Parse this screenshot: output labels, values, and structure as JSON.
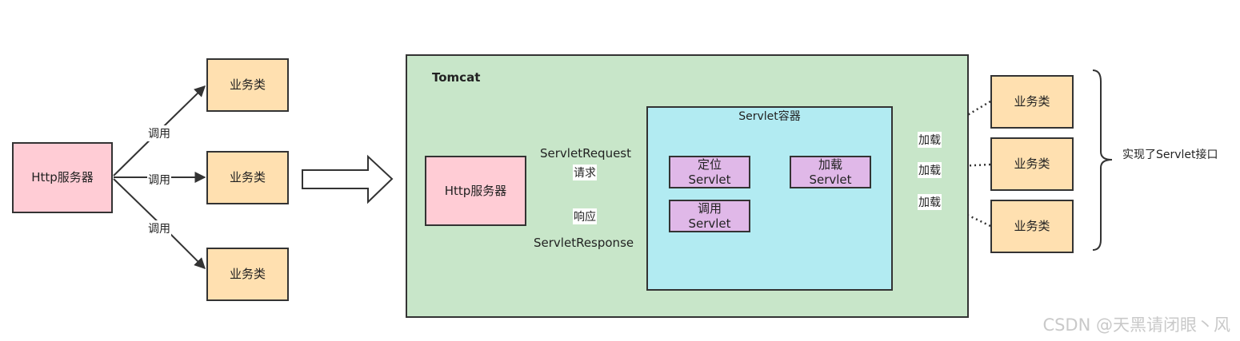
{
  "colors": {
    "http_server_fill": "#ffccd5",
    "business_class_fill": "#ffe0b0",
    "tomcat_fill": "#c8e6c9",
    "servlet_container_fill": "#b2ebf2",
    "servlet_step_fill": "#e0b8e8",
    "stroke": "#333333"
  },
  "left": {
    "http_server": "Http服务器",
    "business_classes": [
      "业务类",
      "业务类",
      "业务类"
    ],
    "call_labels": [
      "调用",
      "调用",
      "调用"
    ]
  },
  "tomcat": {
    "title": "Tomcat",
    "http_server": "Http服务器",
    "request_type": "ServletRequest",
    "request_label": "请求",
    "response_label": "响应",
    "response_type": "ServletResponse",
    "container": {
      "title": "Servlet容器",
      "locate": [
        "定位",
        "Servlet"
      ],
      "load": [
        "加载",
        "Servlet"
      ],
      "invoke": [
        "调用",
        "Servlet"
      ]
    }
  },
  "right": {
    "business_classes": [
      "业务类",
      "业务类",
      "业务类"
    ],
    "load_labels": [
      "加载",
      "加载",
      "加载"
    ],
    "brace_label": "实现了Servlet接口"
  },
  "watermark": "CSDN @天黑请闭眼丶风"
}
